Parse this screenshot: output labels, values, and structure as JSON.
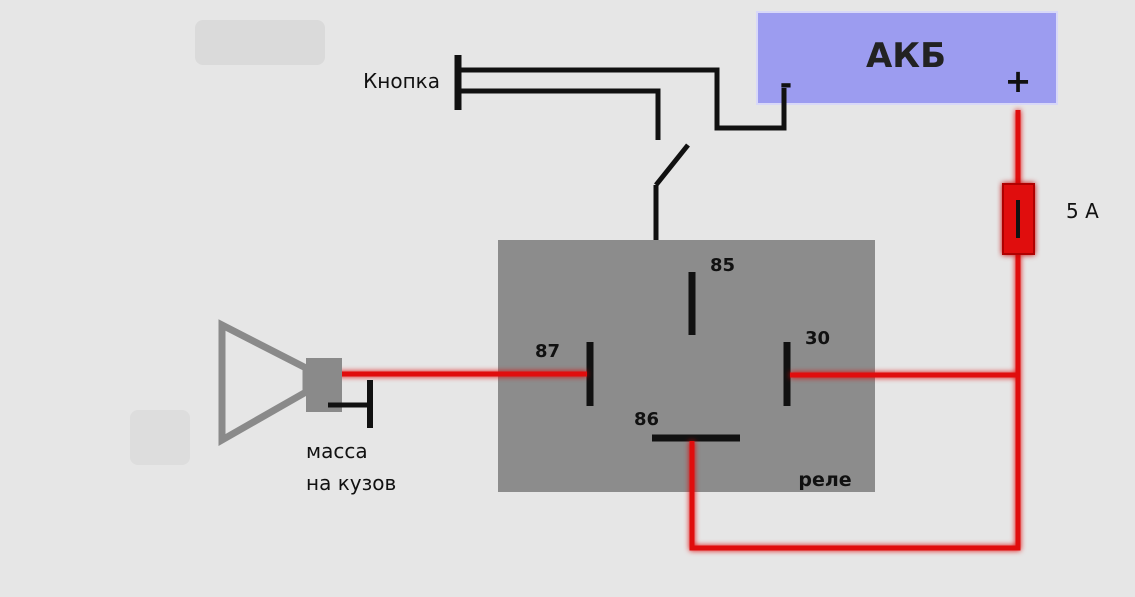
{
  "battery": {
    "title": "АКБ",
    "minus": "-",
    "plus": "+"
  },
  "button": {
    "label": "Кнопка"
  },
  "fuse": {
    "label": "5 А"
  },
  "relay": {
    "label": "реле",
    "pins": {
      "p85": "85",
      "p87": "87",
      "p30": "30",
      "p86": "86"
    }
  },
  "horn": {
    "ground_line1": "масса",
    "ground_line2": "на кузов"
  },
  "colors": {
    "background": "#e6e6e6",
    "battery_fill": "#9c9cf0",
    "relay_fill": "#8c8c8c",
    "wire_red": "#e01010",
    "wire_black": "#111111",
    "horn_gray": "#8a8a8a"
  }
}
